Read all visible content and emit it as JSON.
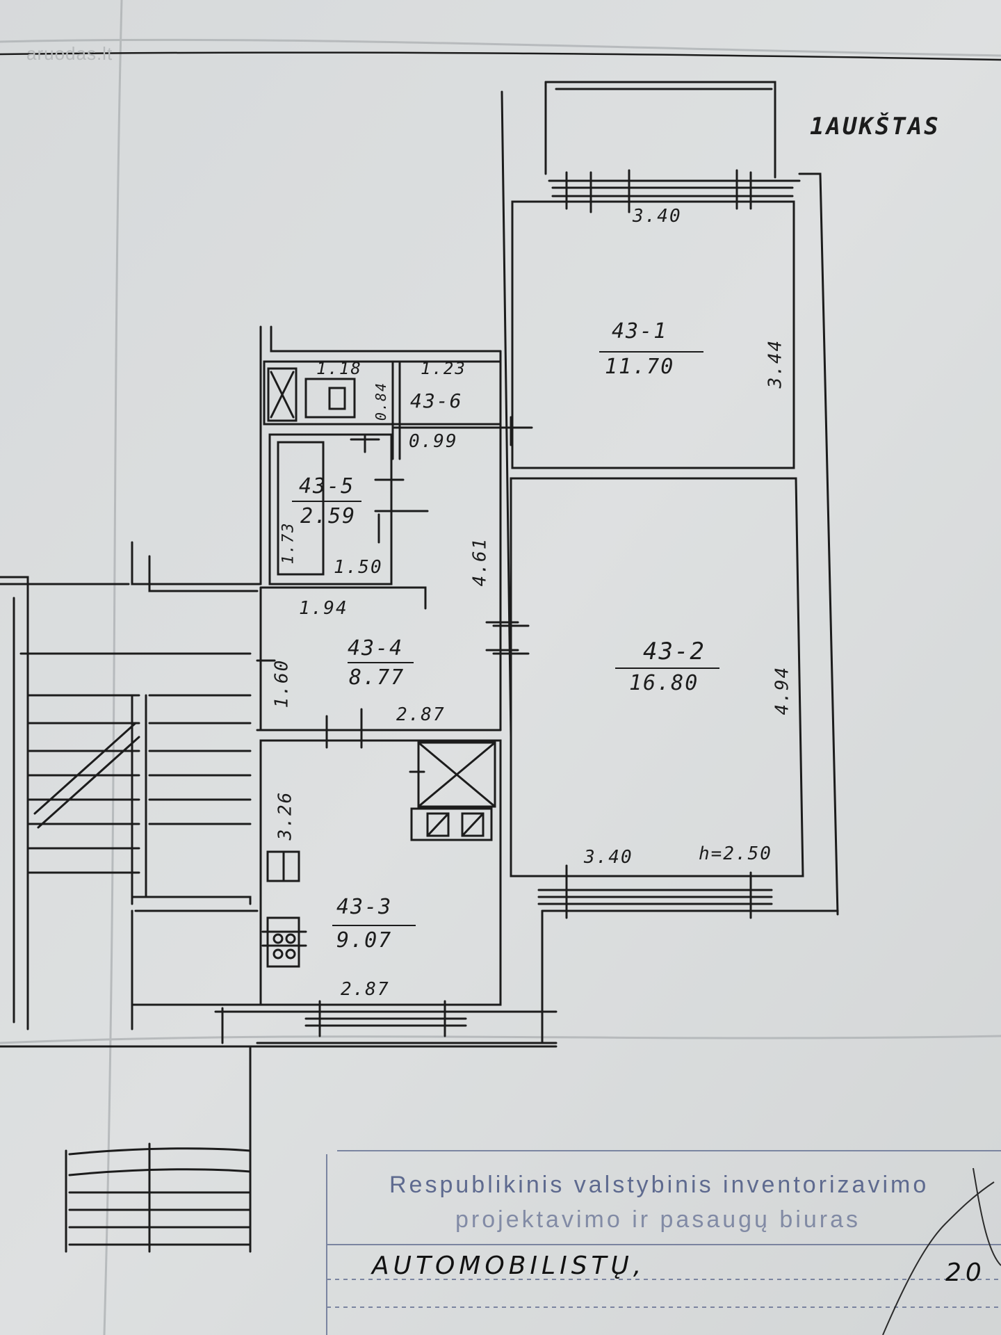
{
  "watermark": "aruodas.lt",
  "plan": {
    "floor_title": "1AUKŠTAS",
    "ceiling_height": "h=2.50",
    "rooms": [
      {
        "id": "43-1",
        "area": "11.70"
      },
      {
        "id": "43-2",
        "area": "16.80"
      },
      {
        "id": "43-3",
        "area": "9.07"
      },
      {
        "id": "43-4",
        "area": "8.77"
      },
      {
        "id": "43-5",
        "area": "2.59"
      },
      {
        "id": "43-6"
      }
    ],
    "dimensions": {
      "r1_width": "3.40",
      "r1_length": "3.44",
      "r2_width": "3.40",
      "r2_length": "4.94",
      "hall_length": "4.61",
      "r4_side": "1.60",
      "r4_bottom": "2.87",
      "r3_side": "3.26",
      "r3_bottom": "2.87",
      "r5_width": "1.94",
      "r5_inner": "1.50",
      "r5_side": "1.73",
      "wc_width": "1.18",
      "wc_depth": "0.84",
      "r6_width": "1.23",
      "r6_depth": "0.99"
    }
  },
  "stamp": {
    "line1": "Respublikinis valstybinis inventorizavimo",
    "line2": "projektavimo ir pasaugų biuras",
    "handwritten_street": "AUTOMOBILISTŲ,",
    "handwritten_number": "20"
  },
  "colors": {
    "paper": "#d5d7d8",
    "ink": "#1c1c1c",
    "stamp_ink": "#5e6a8f"
  }
}
